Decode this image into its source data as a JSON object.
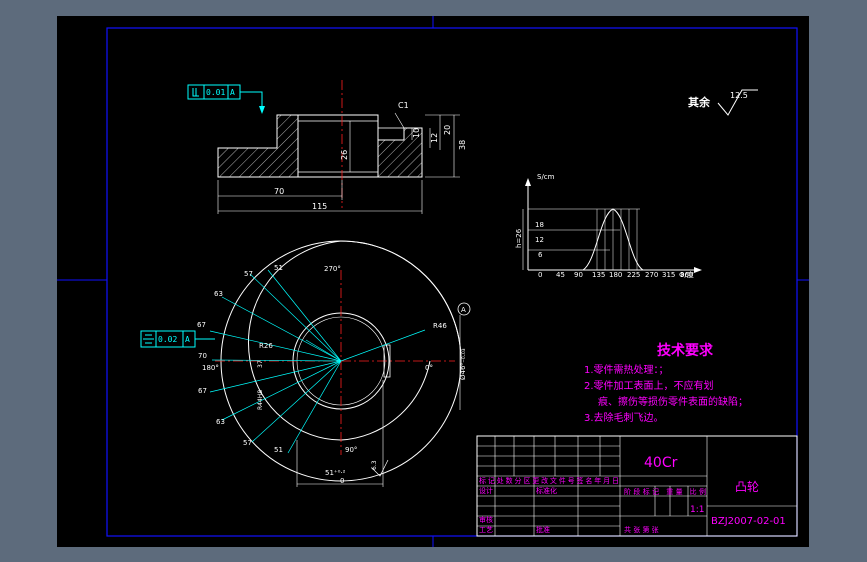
{
  "top_right": {
    "prefix": "其余",
    "roughness": "12.5"
  },
  "section": {
    "fcf_flatness": "0.01",
    "fcf_datum": "A",
    "chamfer": "C1",
    "dim_70": "70",
    "dim_115": "115",
    "dim_26": "26",
    "dim_38": "38",
    "dim_20": "20",
    "dim_12": "12",
    "dim_10": "10"
  },
  "chart": {
    "ylabel": "S/cm",
    "xlabel": "Φ/度",
    "side": "h=26",
    "yticks": [
      "18",
      "12",
      "6",
      "0"
    ],
    "xticks": [
      "45",
      "90",
      "135",
      "180",
      "225",
      "270",
      "315",
      "360"
    ]
  },
  "plan": {
    "fcf_sym": "0.02",
    "fcf_datum": "A",
    "r57a": "57",
    "r51a": "51",
    "r63a": "63",
    "r67a": "67",
    "r70": "70",
    "r67b": "67",
    "r63b": "63",
    "r57b": "57",
    "r51b": "51",
    "a270": "270°",
    "a180": "180°",
    "a0": "0°",
    "a90": "90°",
    "r26": "R26",
    "r46": "R46",
    "dia": "Ø46⁰₋₀.₀₃",
    "sub1": "37",
    "sub2": "R44H8",
    "w51": "51⁺⁰·²",
    "w51b": "0",
    "rough": "6.3",
    "datum": "A"
  },
  "notes": {
    "title": "技术要求",
    "items": [
      "1.零件需热处理：；",
      "2.零件加工表面上，不应有划",
      "痕、擦伤等损伤零件表面的缺陷；",
      "3.去除毛刺飞边。"
    ]
  },
  "titleblock": {
    "material": "40Cr",
    "part": "凸轮",
    "drawing_no": "BZJ2007-02-01",
    "scale_val": "1:1",
    "r1": "标记处数分区更改文件号签名年月日",
    "r2a": "设计",
    "r2b": "标准化",
    "r3": "阶段标记 重量 比例",
    "r4a": "审核",
    "r5a": "工艺",
    "r5b": "批准",
    "r5c": "共 张 第 张"
  }
}
